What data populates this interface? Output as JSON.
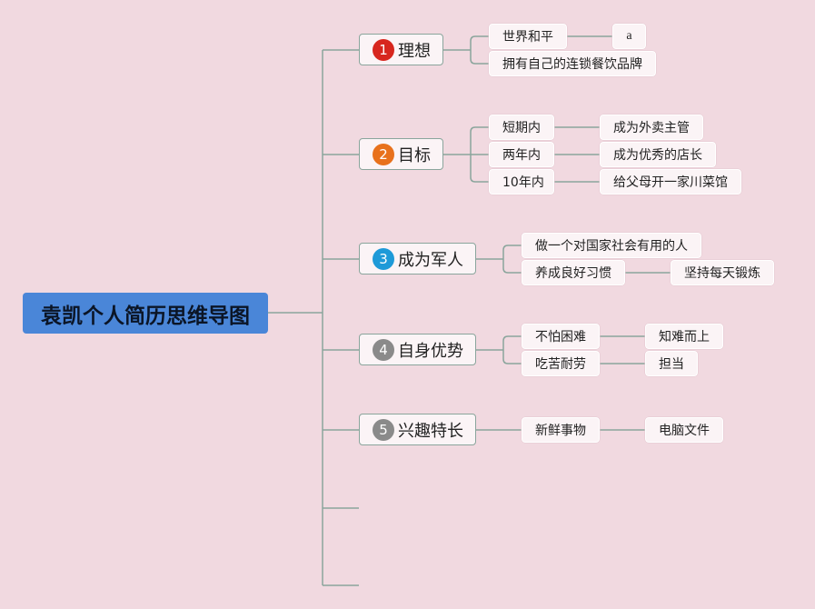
{
  "root": {
    "title": "袁凯个人简历思维导图"
  },
  "colors": {
    "background": "#f1d9e0",
    "root": "#4a86d8",
    "connector": "#8aa59c",
    "badge1": "#d7261e",
    "badge2": "#e8711c",
    "badge3": "#1e9ad8",
    "badge4": "#8a8a8a",
    "badge5": "#8a8a8a"
  },
  "branches": [
    {
      "num": "1",
      "label": "理想",
      "children": [
        {
          "label": "世界和平",
          "child": "a"
        },
        {
          "label": "拥有自己的连锁餐饮品牌"
        }
      ]
    },
    {
      "num": "2",
      "label": "目标",
      "children": [
        {
          "label": "短期内",
          "child": "成为外卖主管"
        },
        {
          "label": "两年内",
          "child": "成为优秀的店长"
        },
        {
          "label": "10年内",
          "child": "给父母开一家川菜馆"
        }
      ]
    },
    {
      "num": "3",
      "label": "成为军人",
      "children": [
        {
          "label": "做一个对国家社会有用的人"
        },
        {
          "label": "养成良好习惯",
          "child": "坚持每天锻炼"
        }
      ]
    },
    {
      "num": "4",
      "label": "自身优势",
      "children": [
        {
          "label": "不怕困难",
          "child": "知难而上"
        },
        {
          "label": "吃苦耐劳",
          "child": "担当"
        }
      ]
    },
    {
      "num": "5",
      "label": "兴趣特长",
      "children": [
        {
          "label": "新鲜事物",
          "child": "电脑文件"
        }
      ]
    }
  ]
}
